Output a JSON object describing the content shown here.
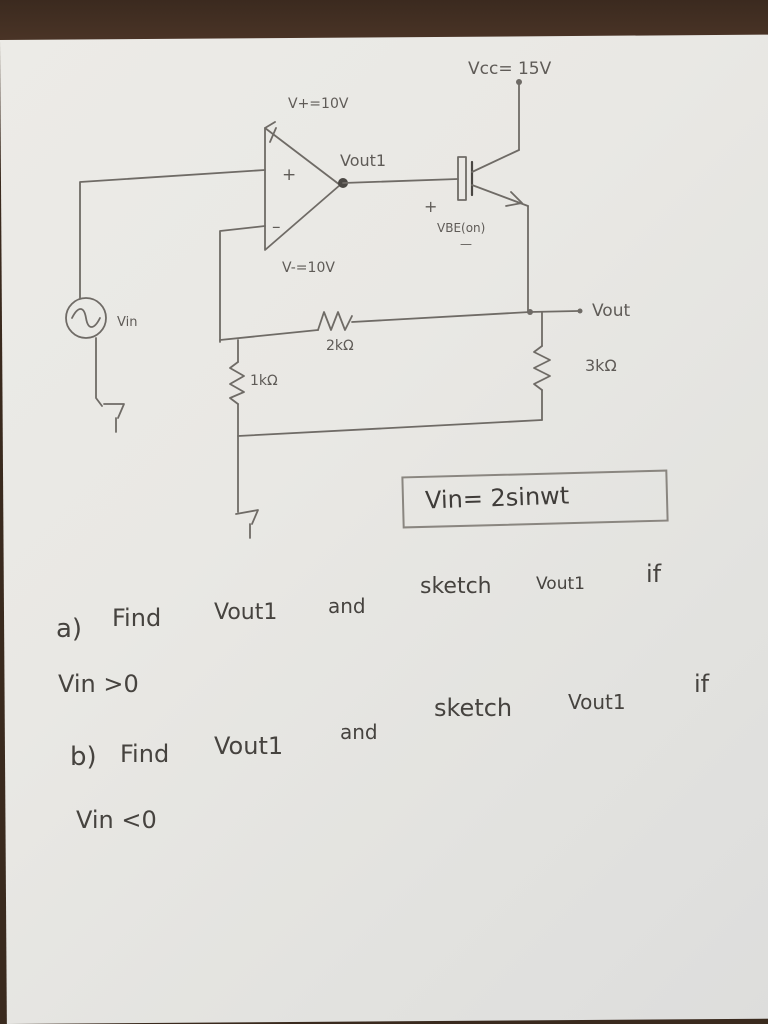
{
  "circuit": {
    "vcc_label": "Vcc= 15V",
    "vplus_label": "V+=10V",
    "vminus_label": "V-=10V",
    "vout1_label": "Vout1",
    "vbe_label": "VBE(on)",
    "vbe_plus": "+",
    "vbe_minus": "—",
    "opamp_plus": "+",
    "opamp_minus": "–",
    "vout_label": "Vout",
    "vin_label": "Vin",
    "r_2k_label": "2kΩ",
    "r_1k_label": "1kΩ",
    "r_3k_label": "3kΩ",
    "source_symbol": "~"
  },
  "given": "Vin= 2sinwt",
  "questions": {
    "a_prefix": "a)",
    "a_find": "Find",
    "a_vout": "Vout1",
    "a_and": "and",
    "a_sketch": "sketch",
    "a_vout2": "Vout1",
    "a_if": "if",
    "a_condition": "Vin >0",
    "b_prefix": "b)",
    "b_find": "Find",
    "b_vout": "Vout1",
    "b_and": "and",
    "b_sketch": "sketch",
    "b_vout2": "Vout1",
    "b_if": "if",
    "b_condition": "Vin <0"
  }
}
